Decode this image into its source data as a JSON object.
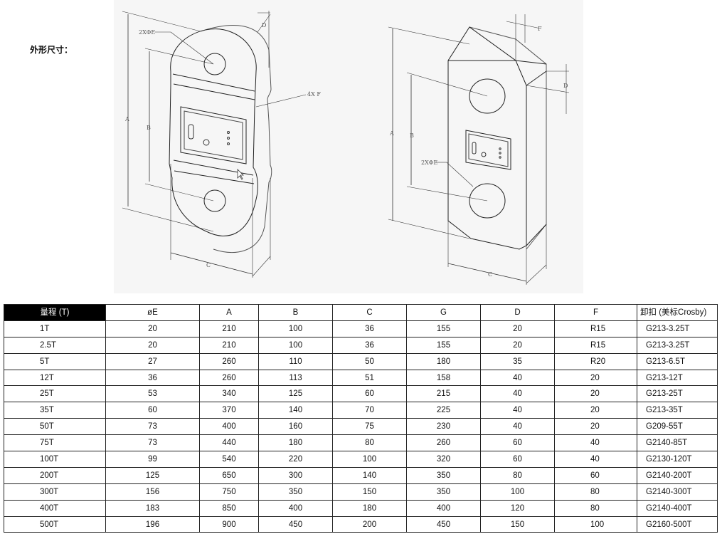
{
  "title": "外形尺寸：",
  "drawing": {
    "left_labels": {
      "dia": "2XΦE",
      "hole_f": "4X F",
      "a": "A",
      "b": "B",
      "c": "C",
      "d": "D"
    },
    "right_labels": {
      "dia": "2XΦE",
      "a": "A",
      "b": "B",
      "c": "C",
      "d": "D",
      "f": "F"
    }
  },
  "table": {
    "headers": [
      "量程 (T)",
      "øE",
      "A",
      "B",
      "C",
      "G",
      "D",
      "F",
      "卸扣 (美标Crosby)"
    ],
    "rows": [
      [
        "1T",
        "20",
        "210",
        "100",
        "36",
        "155",
        "20",
        "R15",
        "G213-3.25T"
      ],
      [
        "2.5T",
        "20",
        "210",
        "100",
        "36",
        "155",
        "20",
        "R15",
        "G213-3.25T"
      ],
      [
        "5T",
        "27",
        "260",
        "110",
        "50",
        "180",
        "35",
        "R20",
        "G213-6.5T"
      ],
      [
        "12T",
        "36",
        "260",
        "113",
        "51",
        "158",
        "40",
        "20",
        "G213-12T"
      ],
      [
        "25T",
        "53",
        "340",
        "125",
        "60",
        "215",
        "40",
        "20",
        "G213-25T"
      ],
      [
        "35T",
        "60",
        "370",
        "140",
        "70",
        "225",
        "40",
        "20",
        "G213-35T"
      ],
      [
        "50T",
        "73",
        "400",
        "160",
        "75",
        "230",
        "40",
        "20",
        "G209-55T"
      ],
      [
        "75T",
        "73",
        "440",
        "180",
        "80",
        "260",
        "60",
        "40",
        "G2140-85T"
      ],
      [
        "100T",
        "99",
        "540",
        "220",
        "100",
        "320",
        "60",
        "40",
        "G2130-120T"
      ],
      [
        "200T",
        "125",
        "650",
        "300",
        "140",
        "350",
        "80",
        "60",
        "G2140-200T"
      ],
      [
        "300T",
        "156",
        "750",
        "350",
        "150",
        "350",
        "100",
        "80",
        "G2140-300T"
      ],
      [
        "400T",
        "183",
        "850",
        "400",
        "180",
        "400",
        "120",
        "80",
        "G2140-400T"
      ],
      [
        "500T",
        "196",
        "900",
        "450",
        "200",
        "450",
        "150",
        "100",
        "G2160-500T"
      ]
    ]
  }
}
